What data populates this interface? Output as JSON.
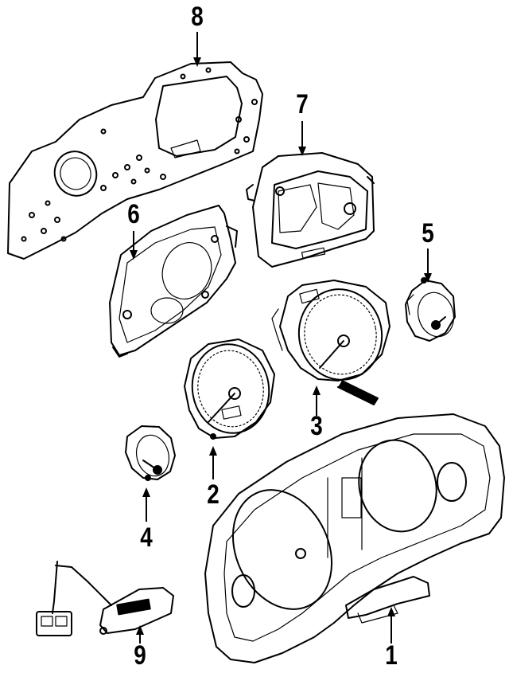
{
  "diagram": {
    "parts": [
      {
        "id": "part-1",
        "callout": "1"
      },
      {
        "id": "part-2",
        "callout": "2"
      },
      {
        "id": "part-3",
        "callout": "3"
      },
      {
        "id": "part-4",
        "callout": "4"
      },
      {
        "id": "part-5",
        "callout": "5"
      },
      {
        "id": "part-6",
        "callout": "6"
      },
      {
        "id": "part-7",
        "callout": "7"
      },
      {
        "id": "part-8",
        "callout": "8"
      },
      {
        "id": "part-9",
        "callout": "9"
      }
    ],
    "colors": {
      "line": "#000000",
      "background": "#ffffff"
    }
  }
}
